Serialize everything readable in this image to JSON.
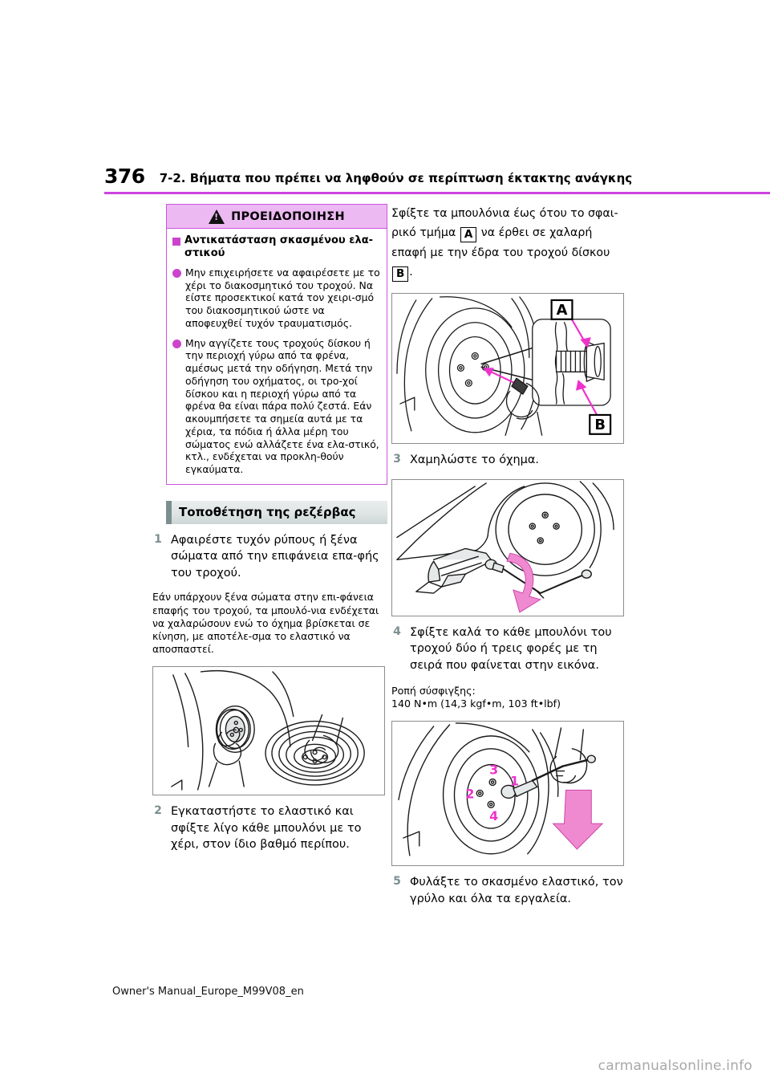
{
  "header": {
    "page_number": "376",
    "section_title": "7-2. Βήματα που πρέπει να ληφθούν σε περίπτωση έκτακτης ανάγκης"
  },
  "warning": {
    "title": "ΠΡΟΕΙΔΟΠΟΙΗΣΗ",
    "icon": "warning-triangle-icon",
    "subheading": "Αντικατάσταση σκασμένου ελα-στικού",
    "items": [
      "Μην επιχειρήσετε να αφαιρέσετε με το χέρι το διακοσμητικό του τροχού. Να είστε προσεκτικοί κατά τον χειρι-σμό του διακοσμητικού ώστε να αποφευχθεί τυχόν τραυματισμός.",
      "Μην αγγίζετε τους τροχούς δίσκου ή την περιοχή γύρω από τα φρένα, αμέσως μετά την οδήγηση. Μετά την οδήγηση του οχήματος, οι τρο-χοί δίσκου και η περιοχή γύρω από τα φρένα θα είναι πάρα πολύ ζεστά. Εάν ακουμπήσετε τα σημεία αυτά με τα χέρια, τα πόδια ή άλλα μέρη του σώματος ενώ αλλάζετε ένα ελα-στικό, κτλ., ενδέχεται να προκλη-θούν εγκαύματα."
    ]
  },
  "section": {
    "heading": "Τοποθέτηση της ρεζέρβας"
  },
  "steps": {
    "step1": {
      "number": "1",
      "text": "Αφαιρέστε τυχόν ρύπους ή ξένα σώματα από την επιφάνεια επα-φής του τροχού."
    },
    "step1_note": "Εάν υπάρχουν ξένα σώματα στην επι-φάνεια επαφής του τροχού, τα μπουλό-νια ενδέχεται να χαλαρώσουν ενώ το όχημα βρίσκεται σε κίνηση, με αποτέλε-σμα το ελαστικό να αποσπαστεί.",
    "step2": {
      "number": "2",
      "text": "Εγκαταστήστε το ελαστικό και σφίξτε λίγο κάθε μπουλόνι με το χέρι, στον ίδιο βαθμό περίπου."
    },
    "step3": {
      "number": "3",
      "text": "Χαμηλώστε το όχημα."
    },
    "step4": {
      "number": "4",
      "text": "Σφίξτε καλά το κάθε μπουλόνι του τροχού δύο ή τρεις φορές με τη σειρά που φαίνεται στην εικόνα."
    },
    "step5": {
      "number": "5",
      "text": "Φυλάξτε το σκασμένο ελαστικό, τον γρύλο και όλα τα εργαλεία."
    }
  },
  "right_column": {
    "intro_part1": "Σφίξτε τα μπουλόνια έως ότου το σφαι-ρικό τμήμα",
    "intro_label_a": "A",
    "intro_part2": "να έρθει σε χαλαρή επαφή με την έδρα του τροχού δίσκου",
    "intro_label_b": "B",
    "intro_part3": "."
  },
  "torque": {
    "label": "Ροπή σύσφιγξης:",
    "value": "140 N•m (14,3 kgf•m, 103 ft•lbf)"
  },
  "figures": {
    "fig_hub_clean": {
      "name": "hub-and-wheel-cleaning-illustration"
    },
    "fig_bolt_detail": {
      "name": "wheel-bolt-seating-detail-illustration",
      "callout_a": "A",
      "callout_b": "B"
    },
    "fig_jack_lower": {
      "name": "lowering-jack-illustration"
    },
    "fig_tighten_order": {
      "name": "bolt-tightening-order-illustration",
      "order_labels": [
        "1",
        "2",
        "3",
        "4"
      ]
    }
  },
  "footer": {
    "document_id": "Owner's Manual_Europe_M99V08_en",
    "watermark": "carmanualsonline.info"
  },
  "colors": {
    "accent_magenta": "#cc44dd",
    "warn_header_bg": "#edb9f2",
    "bullet": "#cc44cc",
    "section_bar": "#7c8f90",
    "step_number": "#7c8f90"
  }
}
